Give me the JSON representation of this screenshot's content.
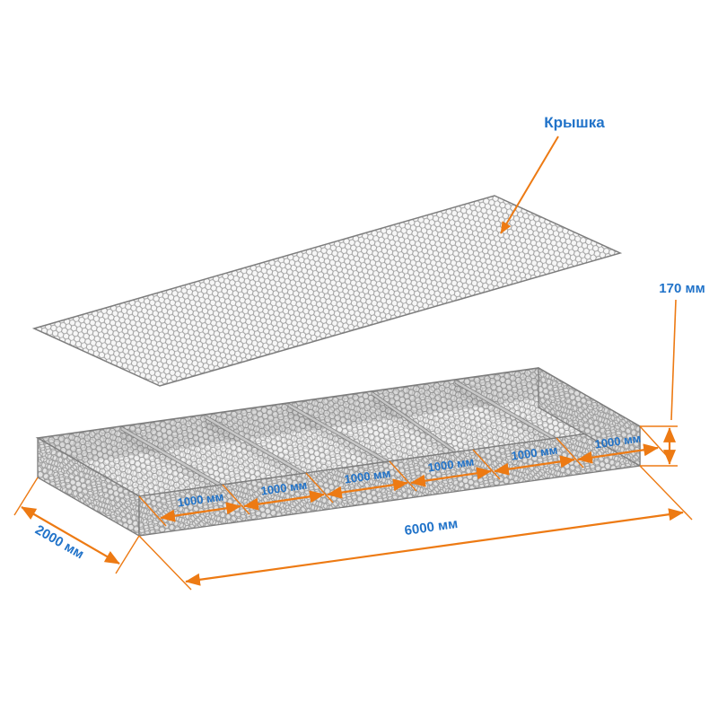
{
  "diagram": {
    "lid_label": "Крышка",
    "dimensions": {
      "height": "170 мм",
      "width": "2000 мм",
      "length": "6000 мм",
      "cells": [
        "1000 мм",
        "1000 мм",
        "1000 мм",
        "1000 мм",
        "1000 мм",
        "1000 мм"
      ]
    },
    "colors": {
      "dimension_lines": "#ED7A13",
      "labels": "#2173C9",
      "mesh": "#9B9B9B",
      "background": "#FFFFFF"
    }
  }
}
